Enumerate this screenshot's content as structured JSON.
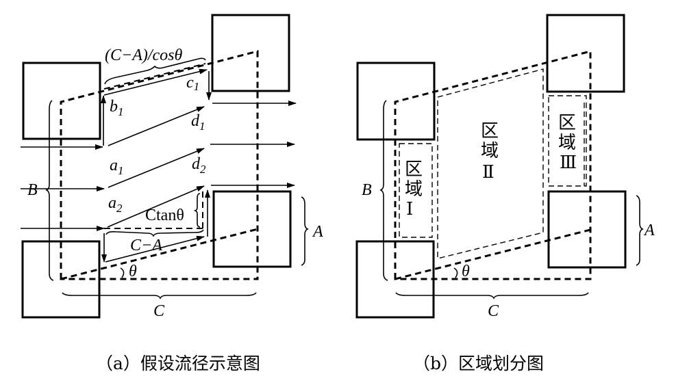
{
  "panel_a": {
    "caption": "（a）假设流径示意图",
    "labels": {
      "top_brace": "(C−A)/cosθ",
      "c1": "c",
      "c1_sub": "1",
      "b1": "b",
      "b1_sub": "1",
      "d1": "d",
      "d1_sub": "1",
      "d2": "d",
      "d2_sub": "2",
      "a1": "a",
      "a1_sub": "1",
      "a2": "a",
      "a2_sub": "2",
      "ctan": "Ctanθ",
      "c_minus_a": "C−A",
      "theta": "θ",
      "B": "B",
      "A": "A",
      "C": "C"
    }
  },
  "panel_b": {
    "caption": "（b）区域划分图",
    "regions": [
      {
        "line1": "区",
        "line2": "域",
        "numeral": "Ⅰ"
      },
      {
        "line1": "区",
        "line2": "域",
        "numeral": "Ⅱ"
      },
      {
        "line1": "区",
        "line2": "域",
        "numeral": "Ⅲ"
      }
    ],
    "labels": {
      "theta": "θ",
      "B": "B",
      "A": "A",
      "C": "C"
    }
  }
}
